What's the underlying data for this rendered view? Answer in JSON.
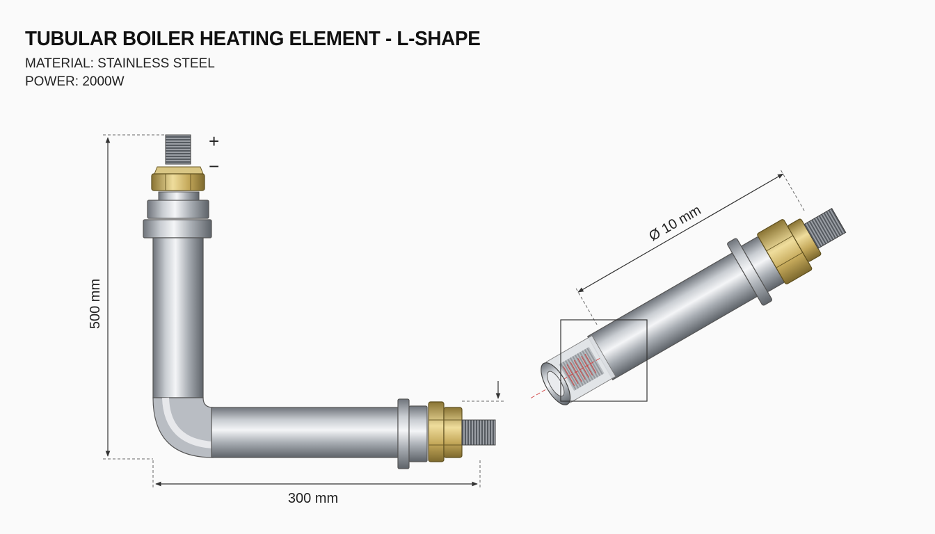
{
  "title": "TUBULAR BOILER HEATING ELEMENT - L-SHAPE",
  "specs": {
    "material": "MATERIAL: STAINLESS STEEL",
    "power": "POWER: 2000W"
  },
  "dimensions": {
    "height": "500 mm",
    "length": "300 mm",
    "diameter": "Ø 10 mm"
  },
  "polarity": {
    "positive": "+",
    "negative": "−"
  },
  "colors": {
    "steel": "#b8bcc2",
    "brass": "#c9b16a",
    "dimension_line": "#333333",
    "wire": "#d04040"
  }
}
